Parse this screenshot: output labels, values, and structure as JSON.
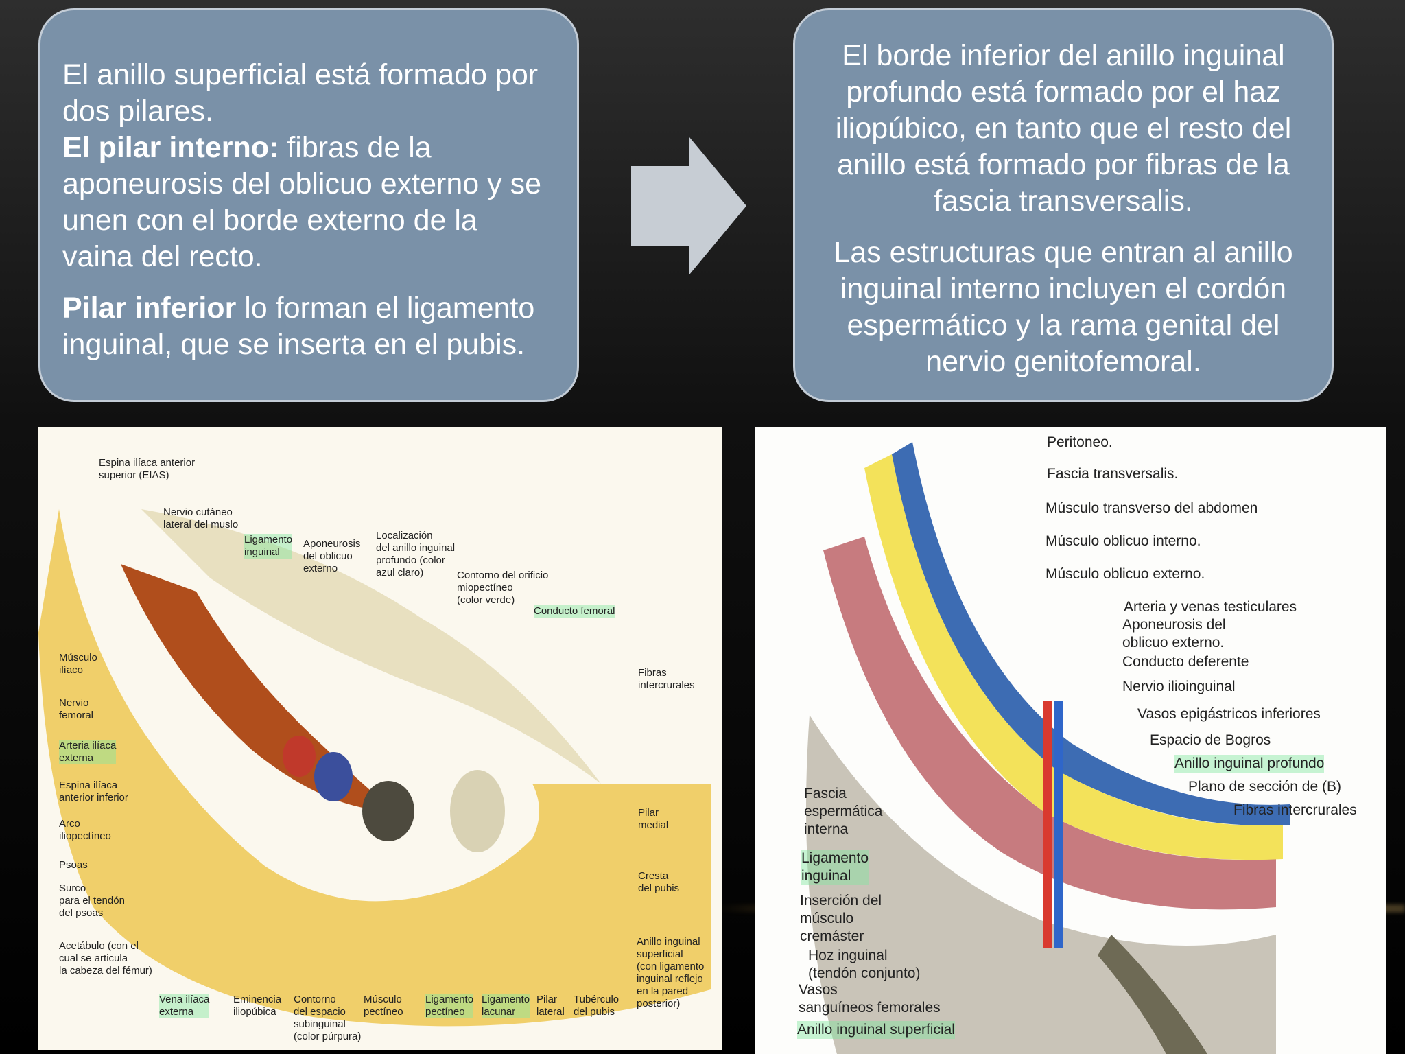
{
  "left_box": {
    "line1": "El anillo superficial está formado por dos pilares.",
    "pilar_interno_title": "El pilar interno:",
    "pilar_interno_text": " fibras de la aponeurosis del oblicuo externo y se unen con el borde externo de la vaina del recto.",
    "pilar_inferior_title": "Pilar inferior",
    "pilar_inferior_text": " lo forman el ligamento inguinal, que se inserta en el pubis."
  },
  "right_box": {
    "p1": "El borde inferior del anillo inguinal profundo está formado por el haz iliopúbico, en tanto que el resto del anillo está formado por fibras de la fascia transversalis.",
    "p2": "Las estructuras que entran al anillo inguinal interno incluyen el cordón espermático y la rama genital del nervio genitofemoral."
  },
  "colors": {
    "box_fill": "#7a91a8",
    "arrow_fill": "#c7cdd4"
  },
  "figure_left": {
    "labels": [
      "Espina ilíaca anterior\nsuperior (EIAS)",
      "Nervio cutáneo\nlateral del muslo",
      "Ligamento\ninguinal",
      "Aponeurosis\ndel oblicuo\nexterno",
      "Localización\ndel anillo inguinal\nprofundo (color\nazul claro)",
      "Contorno del orificio\nmiopectíneo\n(color verde)",
      "Conducto femoral",
      "Músculo\nilíaco",
      "Nervio\nfemoral",
      "Arteria ilíaca\nexterna",
      "Espina ilíaca\nanterior inferior",
      "Arco\niliopectíneo",
      "Psoas",
      "Surco\npara el tendón\ndel psoas",
      "Acetábulo (con el\ncual se articula\nla cabeza del fémur)",
      "Fibras\nintercrurales",
      "Pilar\nmedial",
      "Cresta\ndel pubis",
      "Anillo inguinal\nsuperficial\n(con ligamento\ninguinal reflejo\nen la pared\nposterior)",
      "Vena ilíaca\nexterna",
      "Eminencia\niliopúbica",
      "Contorno\ndel espacio\nsubinguinal\n(color púrpura)",
      "Músculo\npectíneo",
      "Ligamento\npectíneo",
      "Ligamento\nlacunar",
      "Pilar\nlateral",
      "Tubérculo\ndel pubis"
    ]
  },
  "figure_right": {
    "labels": [
      "Peritoneo.",
      "Fascia transversalis.",
      "Músculo transverso del abdomen",
      "Músculo oblicuo interno.",
      "Músculo oblicuo externo.",
      "Arteria y venas testiculares",
      "Aponeurosis del\noblicuo externo.",
      "Conducto deferente",
      "Nervio ilioinguinal",
      "Vasos epigástricos inferiores",
      "Espacio de Bogros",
      "Anillo inguinal profundo",
      "Plano de sección de (B)",
      "Fibras intercrurales",
      "Fascia\nespermática\ninterna",
      "Ligamento\ninguinal",
      "Inserción del\nmúsculo\ncremáster",
      "Hoz inguinal\n(tendón conjunto)",
      "Vasos\nsanguíneos femorales",
      "Anillo inguinal superficial"
    ]
  }
}
